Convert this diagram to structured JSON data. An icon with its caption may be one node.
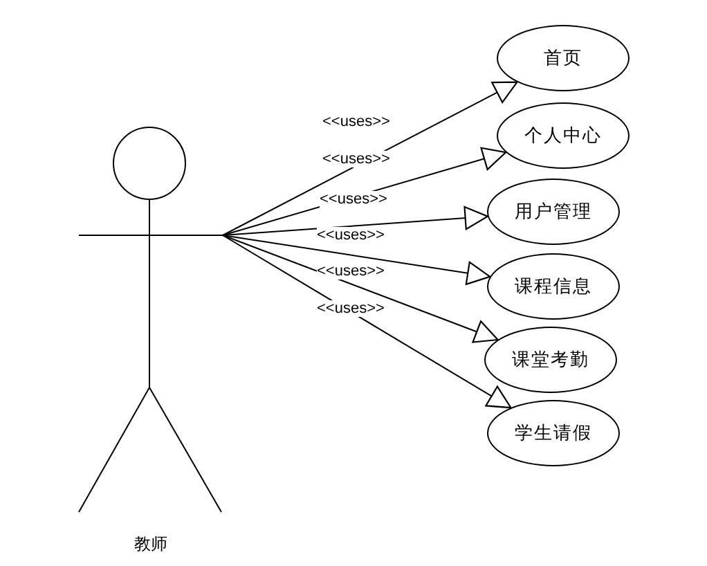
{
  "diagram": {
    "nodes": [
      {
        "text": [
          "教师"
        ]
      },
      {
        "text": [
          "首页"
        ]
      },
      {
        "text": [
          "个人中心"
        ]
      },
      {
        "text": [
          "用户管理"
        ]
      },
      {
        "text": [
          "课程信息"
        ]
      },
      {
        "text": [
          "课堂考勤"
        ]
      },
      {
        "text": [
          "学生请假"
        ]
      }
    ],
    "edges": [
      {
        "from": 0,
        "to": 1,
        "arrow": "to",
        "label": "<<uses>>"
      },
      {
        "from": 0,
        "to": 2,
        "arrow": "to",
        "label": "<<uses>>"
      },
      {
        "from": 0,
        "to": 3,
        "arrow": "to",
        "label": "<<uses>>"
      },
      {
        "from": 0,
        "to": 4,
        "arrow": "to",
        "label": "<<uses>>"
      },
      {
        "from": 0,
        "to": 5,
        "arrow": "to",
        "label": "<<uses>>"
      },
      {
        "from": 0,
        "to": 6,
        "arrow": "to",
        "label": "<<uses>>"
      }
    ]
  }
}
